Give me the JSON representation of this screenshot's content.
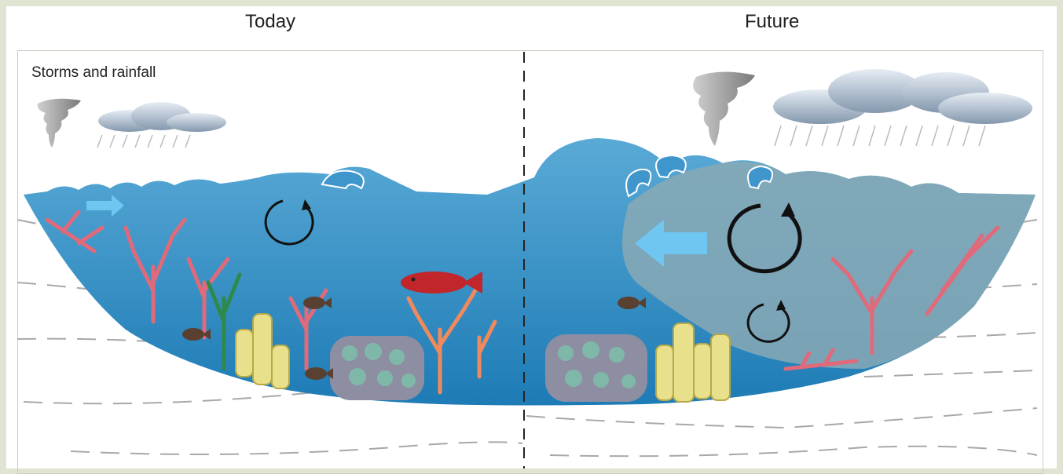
{
  "header": {
    "left_title": "Today",
    "right_title": "Future"
  },
  "panel": {
    "section_label": "Storms and rainfall"
  },
  "colors": {
    "frame": "#dfe5d2",
    "water_top": "#4a9fd0",
    "water_bottom": "#1f7fb8",
    "plume": "#7fa6b4",
    "arrow": "#6fc6f0",
    "coral_pink": "#e06a7a",
    "coral_orange": "#f08a5c",
    "sponge": "#e8e08a",
    "boulder": "#8e8ea3",
    "cloud": "#a9b8c9",
    "fish_red": "#c0262a",
    "fish_brown": "#5a4030"
  },
  "icons": [
    "tornado-icon",
    "rain-cloud-icon",
    "current-arrow-icon",
    "circulation-icon",
    "fish-icon",
    "coral-icon",
    "sponge-icon",
    "boulder-coral-icon"
  ]
}
